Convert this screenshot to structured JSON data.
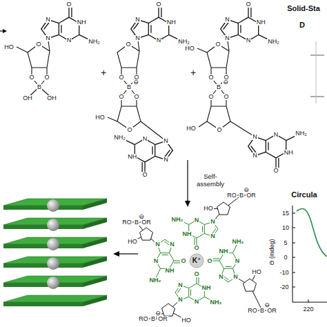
{
  "diagram": {
    "labels": [
      "O",
      "NH",
      "NH₂",
      "N",
      "N",
      "N",
      "O",
      "NH",
      "NH₂",
      "N",
      "N",
      "N",
      "O",
      "NH",
      "NH₂",
      "N",
      "N",
      "N",
      "O",
      "NH",
      "NH₂",
      "N",
      "N",
      "N",
      "O",
      "NH",
      "NH₂",
      "N",
      "N",
      "N",
      "O",
      "HO",
      "O",
      "O",
      "B",
      "OH",
      "OH",
      "+",
      "O",
      "O",
      "O",
      "B",
      "⊖",
      "O",
      "O",
      "O",
      "HO",
      "+",
      "O",
      "HO",
      "O",
      "O",
      "B",
      "⊖",
      "O",
      "O",
      "O",
      "HO",
      "Self-assembly",
      "O",
      "NH",
      "NH₂",
      "N",
      "N",
      "N",
      "O",
      "NH",
      "NH₂",
      "N",
      "N",
      "N",
      "O",
      "NH",
      "NH₂",
      "N",
      "N",
      "N",
      "O",
      "NH",
      "NH₂",
      "N",
      "N",
      "N",
      "K⁺",
      "B",
      "⊖",
      "RO",
      "OR",
      "HO",
      "B",
      "⊖",
      "RO",
      "OR",
      "HO",
      "B",
      "⊖",
      "RO",
      "OR",
      "HO",
      "B",
      "⊖",
      "RO",
      "OR",
      "HO",
      "Solid-Sta",
      "D",
      "Circula",
      "Θ (mdeg)",
      "15",
      "10",
      "5",
      "0",
      "-10",
      "-20",
      "220"
    ]
  }
}
